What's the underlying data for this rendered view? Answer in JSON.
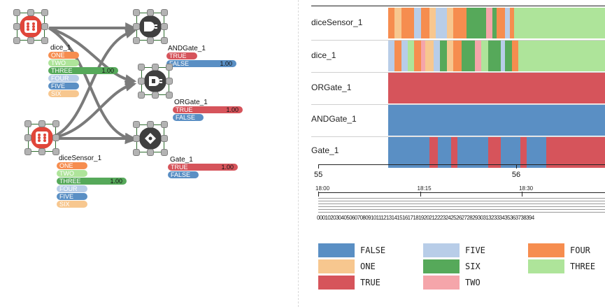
{
  "colors": {
    "FALSE": "#5a8fc4",
    "TRUE": "#d6545b",
    "ONE": "#f7c78f",
    "TWO": "#f5a5aa",
    "THREE": "#aee49a",
    "FOUR": "#f68d4f",
    "FIVE": "#b8cde8",
    "SIX": "#56a95a",
    "node_dice": "#e0463a",
    "node_gate": "#3f3f3f",
    "edge": "#7a7a7a"
  },
  "nodes": {
    "dice_1": {
      "label": "dice_1",
      "icon": "dice-icon",
      "values": [
        {
          "name": "ONE",
          "color": "FOUR",
          "fill": 0.3,
          "value": ""
        },
        {
          "name": "TWO",
          "color": "THREE",
          "fill": 0.3,
          "value": ""
        },
        {
          "name": "THREE",
          "color": "SIX",
          "fill": 1.0,
          "value": "1.00"
        },
        {
          "name": "FOUR",
          "color": "FIVE",
          "fill": 0.3,
          "value": ""
        },
        {
          "name": "FIVE",
          "color": "FALSE",
          "fill": 0.3,
          "value": ""
        },
        {
          "name": "SIX",
          "color": "ONE",
          "fill": 0.3,
          "value": ""
        }
      ]
    },
    "diceSensor_1": {
      "label": "diceSensor_1",
      "icon": "dice-icon",
      "values": [
        {
          "name": "ONE",
          "color": "FOUR",
          "fill": 0.3,
          "value": ""
        },
        {
          "name": "TWO",
          "color": "THREE",
          "fill": 0.3,
          "value": ""
        },
        {
          "name": "THREE",
          "color": "SIX",
          "fill": 1.0,
          "value": "1.00"
        },
        {
          "name": "FOUR",
          "color": "FIVE",
          "fill": 0.3,
          "value": ""
        },
        {
          "name": "FIVE",
          "color": "FALSE",
          "fill": 0.3,
          "value": ""
        },
        {
          "name": "SIX",
          "color": "ONE",
          "fill": 0.3,
          "value": ""
        }
      ]
    },
    "ANDGate_1": {
      "label": "ANDGate_1",
      "icon": "and-gate-icon",
      "values": [
        {
          "name": "TRUE",
          "color": "TRUE",
          "fill": 0.3,
          "value": ""
        },
        {
          "name": "FALSE",
          "color": "FALSE",
          "fill": 1.0,
          "value": "1.00"
        }
      ]
    },
    "ORGate_1": {
      "label": "ORGate_1",
      "icon": "or-gate-icon",
      "values": [
        {
          "name": "TRUE",
          "color": "TRUE",
          "fill": 1.0,
          "value": "1.00"
        },
        {
          "name": "FALSE",
          "color": "FALSE",
          "fill": 0.3,
          "value": ""
        }
      ]
    },
    "Gate_1": {
      "label": "Gate_1",
      "icon": "puzzle-gate-icon",
      "values": [
        {
          "name": "TRUE",
          "color": "TRUE",
          "fill": 1.0,
          "value": "1.00"
        },
        {
          "name": "FALSE",
          "color": "FALSE",
          "fill": 0.3,
          "value": ""
        }
      ]
    }
  },
  "timeline": {
    "rows": [
      {
        "label": "diceSensor_1",
        "segments": [
          [
            "FOUR",
            0.03
          ],
          [
            "ONE",
            0.03
          ],
          [
            "FOUR",
            0.06
          ],
          [
            "FIVE",
            0.03
          ],
          [
            "FOUR",
            0.04
          ],
          [
            "ONE",
            0.03
          ],
          [
            "FIVE",
            0.05
          ],
          [
            "ONE",
            0.03
          ],
          [
            "FOUR",
            0.06
          ],
          [
            "SIX",
            0.09
          ],
          [
            "TWO",
            0.03
          ],
          [
            "SIX",
            0.02
          ],
          [
            "FOUR",
            0.04
          ],
          [
            "FIVE",
            0.02
          ],
          [
            "FOUR",
            0.02
          ],
          [
            "THREE",
            0.42
          ]
        ]
      },
      {
        "label": "dice_1",
        "segments": [
          [
            "FIVE",
            0.03
          ],
          [
            "FOUR",
            0.03
          ],
          [
            "FIVE",
            0.03
          ],
          [
            "THREE",
            0.03
          ],
          [
            "FOUR",
            0.03
          ],
          [
            "TWO",
            0.02
          ],
          [
            "ONE",
            0.04
          ],
          [
            "FIVE",
            0.03
          ],
          [
            "SIX",
            0.03
          ],
          [
            "ONE",
            0.03
          ],
          [
            "FOUR",
            0.04
          ],
          [
            "SIX",
            0.06
          ],
          [
            "TWO",
            0.03
          ],
          [
            "THREE",
            0.03
          ],
          [
            "SIX",
            0.06
          ],
          [
            "FIVE",
            0.02
          ],
          [
            "SIX",
            0.03
          ],
          [
            "FOUR",
            0.03
          ],
          [
            "THREE",
            0.41
          ]
        ]
      },
      {
        "label": "ORGate_1",
        "segments": [
          [
            "TRUE",
            1.0
          ]
        ]
      },
      {
        "label": "ANDGate_1",
        "segments": [
          [
            "FALSE",
            1.0
          ]
        ]
      },
      {
        "label": "Gate_1",
        "segments": [
          [
            "FALSE",
            0.19
          ],
          [
            "TRUE",
            0.04
          ],
          [
            "FALSE",
            0.06
          ],
          [
            "TRUE",
            0.03
          ],
          [
            "FALSE",
            0.14
          ],
          [
            "TRUE",
            0.06
          ],
          [
            "FALSE",
            0.09
          ],
          [
            "TRUE",
            0.03
          ],
          [
            "FALSE",
            0.09
          ],
          [
            "TRUE",
            0.27
          ]
        ]
      }
    ],
    "axis": {
      "major": [
        {
          "label": "55",
          "pos": 0.0
        },
        {
          "label": "56",
          "pos": 0.69
        }
      ],
      "minor": [
        {
          "label": "18:00",
          "pos": 0.0
        },
        {
          "label": "18:15",
          "pos": 0.355
        },
        {
          "label": "18:30",
          "pos": 0.71
        }
      ],
      "frames": "000102030405060708091011121314151617181920212223242526272829303132333435363738394"
    },
    "legend": [
      {
        "name": "FALSE",
        "color": "FALSE"
      },
      {
        "name": "FIVE",
        "color": "FIVE"
      },
      {
        "name": "FOUR",
        "color": "FOUR"
      },
      {
        "name": "ONE",
        "color": "ONE"
      },
      {
        "name": "SIX",
        "color": "SIX"
      },
      {
        "name": "THREE",
        "color": "THREE"
      },
      {
        "name": "TRUE",
        "color": "TRUE"
      },
      {
        "name": "TWO",
        "color": "TWO"
      }
    ]
  }
}
